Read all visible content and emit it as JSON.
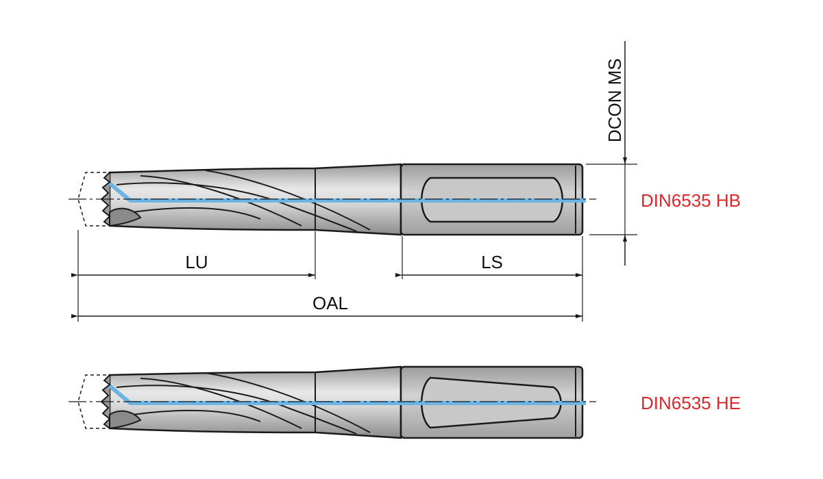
{
  "labels": {
    "lu": "LU",
    "ls": "LS",
    "oal": "OAL",
    "dcon": "DCON MS",
    "din_hb": "DIN6535 HB",
    "din_he": "DIN6535 HE"
  },
  "colors": {
    "line": "#1a1a1a",
    "body_fill": "#c6c6c6",
    "body_light": "#e6e6e6",
    "shank_fill": "#c4c4c4",
    "coolant": "#6cb4e4",
    "accent_red": "#e0262c"
  }
}
